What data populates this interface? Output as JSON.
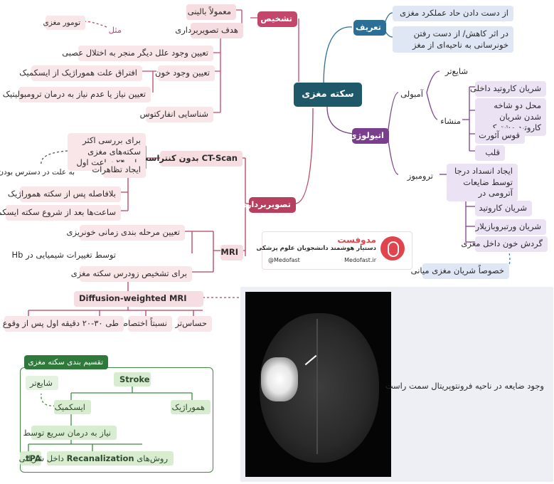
{
  "center": {
    "title": "سکته مغزی"
  },
  "definition": {
    "label": "تعریف",
    "items": [
      "از دست دادن حاد عملکرد مغزی",
      "در اثر کاهش/ از دست رفتن خونرسانی به ناحیه‌ای از مغز"
    ]
  },
  "etiology": {
    "label": "اتیولوژی",
    "emboli": {
      "label": "آمبولی",
      "left": "شایع‌تر",
      "origin": "منشاء",
      "origins": [
        "شریان کاروتید داخلی",
        "محل دو شاخه شدن شریان کاروتید مشترک",
        "قوس آئورت",
        "قلب"
      ]
    },
    "thrombosis": {
      "label": "ترومبوز",
      "desc": "ایجاد انسداد درجا توسط ضایعات آترومی در",
      "items": [
        "شریان کاروتید",
        "شریان ورتبروبازیلار",
        "گردش خون داخل مغزی"
      ],
      "note": "خصوصاً شریان مغزی میانی"
    }
  },
  "diagnosis": {
    "label": "تشخیص",
    "items": [
      "معمولاً بالینی",
      "هدف تصویربرداری"
    ],
    "goals": [
      "تعیین وجود علل دیگر منجر به اختلال عصبی",
      "تعیین وجود خون",
      "افتراق علت هموراژیک از ایسکمیک",
      "تعیین نیاز یا عدم نیاز به درمان ترومبولیتیک",
      "شناسایی انفارکتوس"
    ],
    "example_label": "مثل",
    "example": "تومور مغزی"
  },
  "imaging": {
    "label": "تصویربرداری",
    "ct": {
      "label": "CT-Scan بدون کنتراست",
      "items": [
        "برای بررسی اکثر سکته‌های مغزی طی ۲۴ ساعت اول",
        "ایجاد تظاهرات"
      ],
      "note": "به علت در دسترس بودن",
      "signs": [
        "بلافاصله پس از سکته هموراژیک",
        "ساعت‌ها بعد از شروع سکته ایسکمیک"
      ]
    },
    "mri": {
      "label": "MRI",
      "items": [
        "تعیین مرحله بندی زمانی خونریزی",
        "توسط تغییرات شیمیایی در Hb",
        "برای تشخیص زودرس سکته مغزی"
      ]
    },
    "dwi": {
      "label": "Diffusion-weighted MRI",
      "items": [
        "حساس‌تر",
        "نسبتاً اختصاصی",
        "طی ۳۰-۲۰ دقیقه اول پس از وقوع سکته"
      ]
    }
  },
  "brand": {
    "name": "مدوفست",
    "subtitle": "دستیار هوشمند دانشجویان علوم پزشکی",
    "telegram": "@Medofast",
    "site": "Medofast.ir"
  },
  "image_caption": "وجود ضایعه در ناحیه فرونتوپریتال سمت راست",
  "classification": {
    "title": "تقسیم بندی سکته مغزی",
    "root": "Stroke",
    "ischemic": "ایسکمیک",
    "hemorrhagic": "هموراژیک",
    "more_common": "شایع‌تر",
    "need": "نیاز به درمان سریع توسط",
    "methods_prefix": "روش‌های",
    "methods_term": "Recanalization",
    "methods_suffix": "داخل شریانی",
    "tpa": "tPA"
  },
  "colors": {
    "diagnosis": "#c2476a",
    "definition": "#2b6f96",
    "etiology": "#7a3f8c",
    "imaging": "#b8405e",
    "center": "#1f5868",
    "green": "#3f8a3f"
  }
}
